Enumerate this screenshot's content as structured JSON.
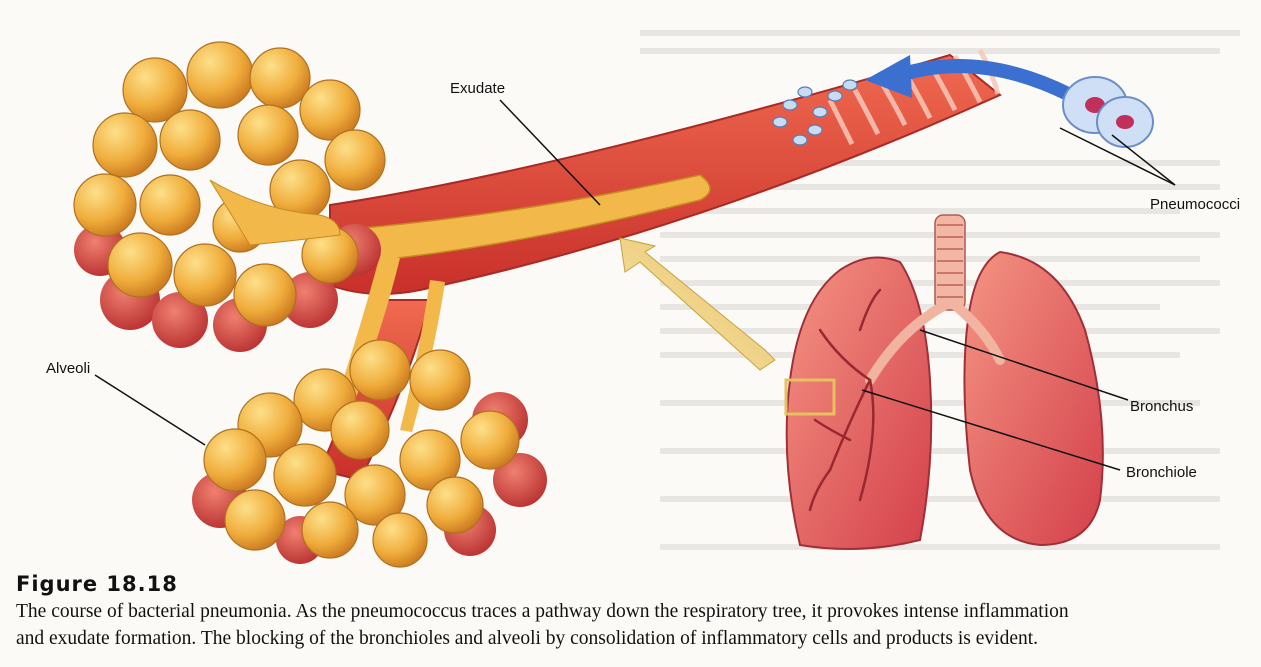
{
  "labels": {
    "exudate": "Exudate",
    "alveoli": "Alveoli",
    "pneumococci": "Pneumococci",
    "bronchus": "Bronchus",
    "bronchiole": "Bronchiole"
  },
  "figure": {
    "title": "Figure 18.18",
    "caption_line1": "The course of bacterial pneumonia. As the pneumococcus traces a pathway down the respiratory tree, it provokes intense inflammation",
    "caption_line2": "and exudate formation. The blocking of the bronchioles and alveoli by consolidation of inflammatory cells and products is evident."
  },
  "colors": {
    "airway": "#e8503c",
    "alveolus": "#f0b040",
    "lung": "#e2605a",
    "exudate": "#f2b84a",
    "arrow_blue": "#3b6fd0",
    "bacteria": "#9cc2ee"
  }
}
